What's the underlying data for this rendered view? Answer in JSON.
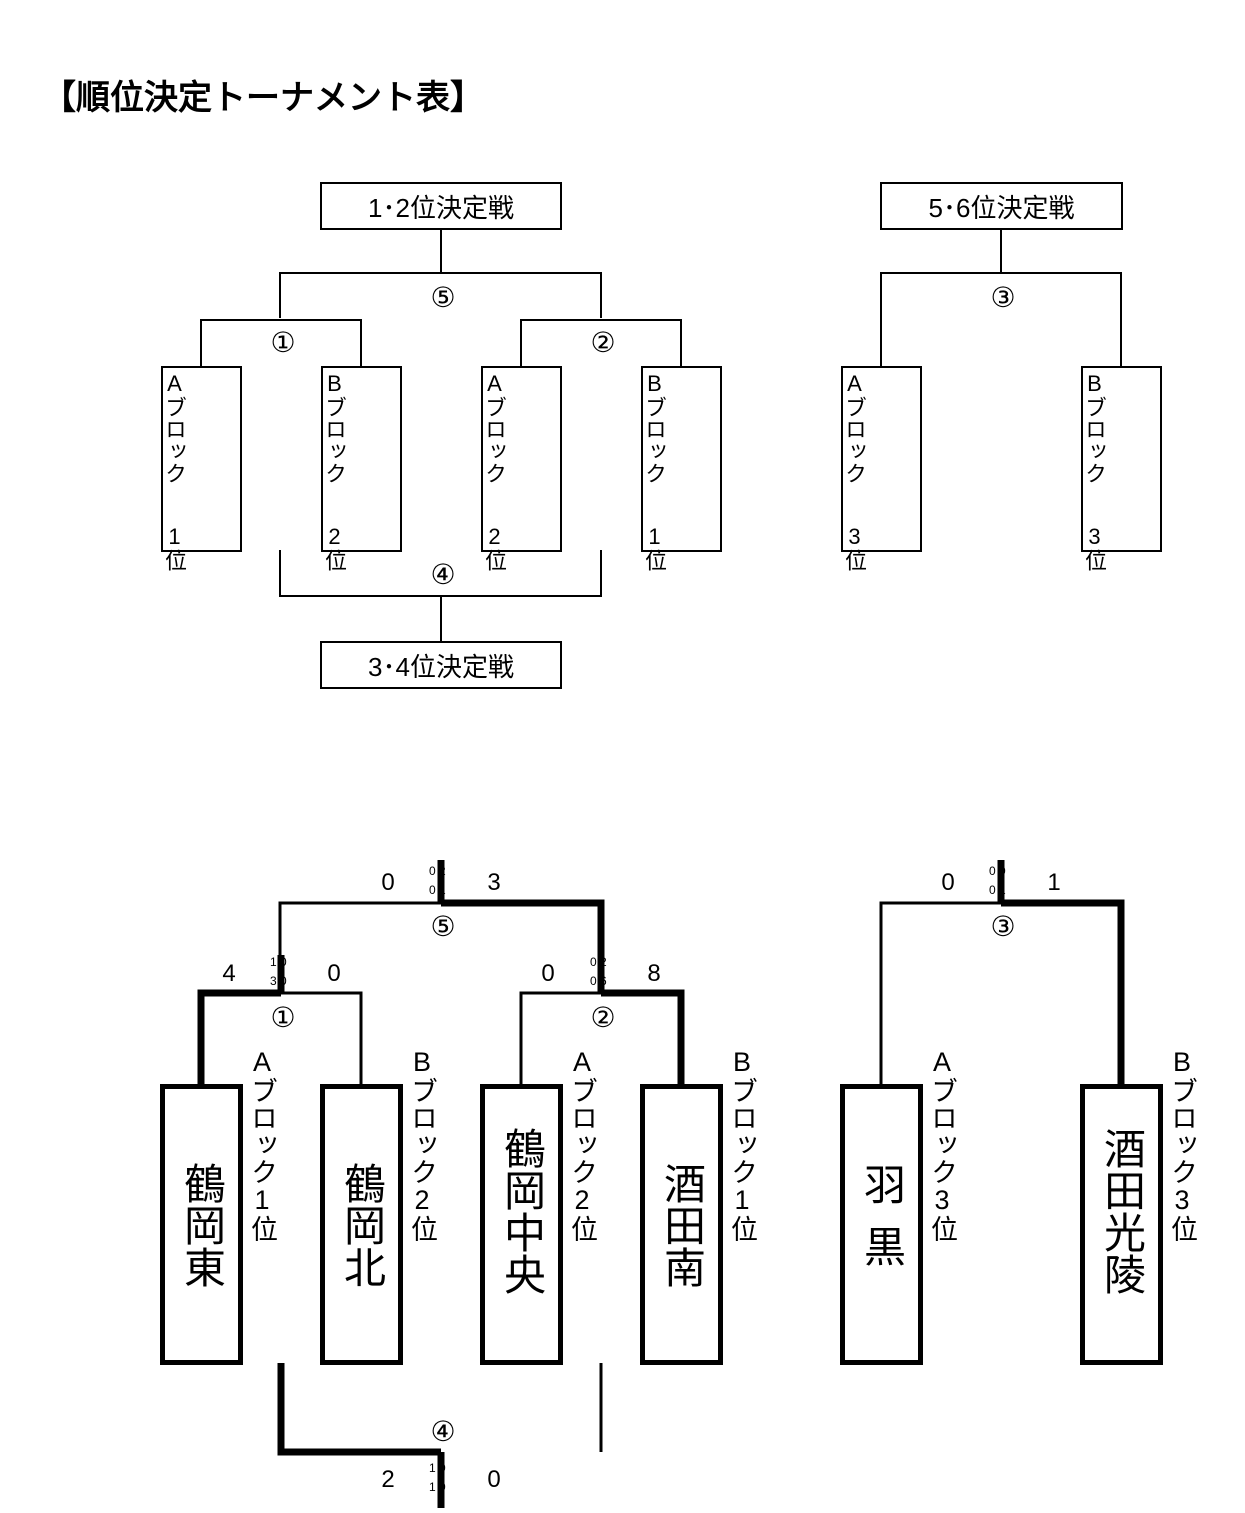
{
  "title": "【順位決定トーナメント表】",
  "circle_numbers": {
    "m1": "①",
    "m2": "②",
    "m3": "③",
    "m4": "④",
    "m5": "⑤"
  },
  "template": {
    "final_label": "1･2位決定戦",
    "third_label": "3･4位決定戦",
    "fifth_label": "5･6位決定戦",
    "slots": [
      "Aブロック",
      "1位",
      "Bブロック",
      "2位",
      "Aブロック",
      "2位",
      "Bブロック",
      "1位",
      "Aブロック",
      "3位",
      "Bブロック",
      "3位"
    ]
  },
  "results": {
    "teams": [
      "鶴岡東",
      "鶴岡北",
      "鶴岡中央",
      "酒田南",
      "羽黒",
      "酒田光陵"
    ],
    "blocks": [
      "Aブロック1位",
      "Bブロック2位",
      "Aブロック2位",
      "Bブロック1位",
      "Aブロック3位",
      "Bブロック3位"
    ],
    "m1": {
      "left": "4",
      "right": "0",
      "inn_top": "1 0",
      "inn_bot": "3 0"
    },
    "m2": {
      "left": "0",
      "right": "8",
      "inn_top": "0 2",
      "inn_bot": "0 6"
    },
    "m3": {
      "left": "0",
      "right": "1",
      "inn_top": "0 0",
      "inn_bot": "0 1"
    },
    "m4": {
      "left": "2",
      "right": "0",
      "inn_top": "1 0",
      "inn_bot": "1 0"
    },
    "m5": {
      "left": "0",
      "right": "3",
      "inn_top": "0 2",
      "inn_bot": "0 1"
    }
  }
}
